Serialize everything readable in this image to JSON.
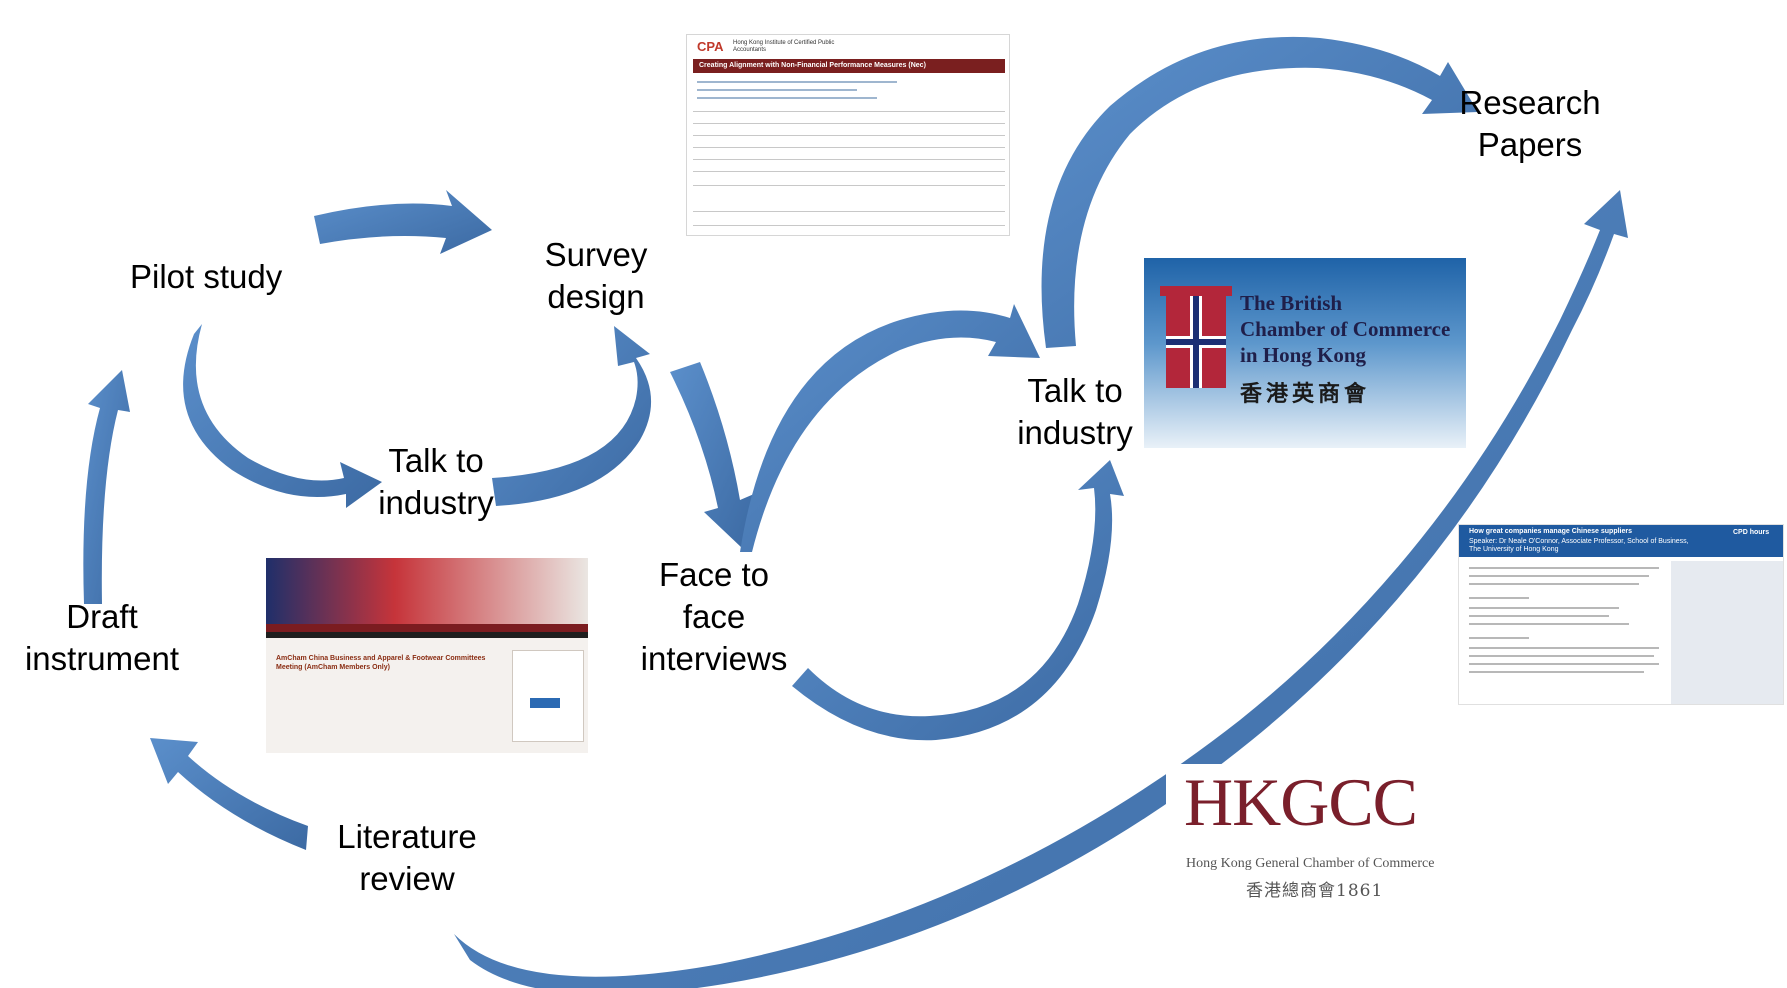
{
  "labels": {
    "pilot_study": "Pilot study",
    "survey_design": [
      "Survey",
      "design"
    ],
    "talk_to_industry_1": [
      "Talk to",
      "industry"
    ],
    "face_to_face": [
      "Face to",
      "face",
      "interviews"
    ],
    "talk_to_industry_2": [
      "Talk to",
      "industry"
    ],
    "research_papers": [
      "Research",
      "Papers"
    ],
    "draft_instrument": [
      "Draft",
      "instrument"
    ],
    "literature_review": [
      "Literature",
      "review"
    ]
  },
  "images": {
    "cpa_event": {
      "logo_text": "CPA",
      "org_text": "Hong Kong Institute of Certified Public Accountants",
      "title": "Creating Alignment with Non-Financial Performance Measures (Nec)"
    },
    "british_chamber": {
      "line1": "The British",
      "line2": "Chamber of Commerce",
      "line3": "in Hong Kong",
      "chinese": "香港英商會"
    },
    "amcham_page": {
      "heading": "AmCham China Business and Apparel & Footwear Committees Meeting (AmCham Members Only)"
    },
    "cpd_seminar": {
      "title": "How great companies manage Chinese suppliers",
      "speaker": "Speaker: Dr Neale O'Connor, Associate Professor, School of Business, The University of Hong Kong",
      "badge": "CPD hours"
    },
    "hkgcc": {
      "logo": "HKGCC",
      "name": "Hong Kong General Chamber of Commerce",
      "chinese": "香港總商會1861"
    }
  },
  "colors": {
    "arrow_fill": "#4e81bd",
    "arrow_dark": "#3e6fa8"
  }
}
